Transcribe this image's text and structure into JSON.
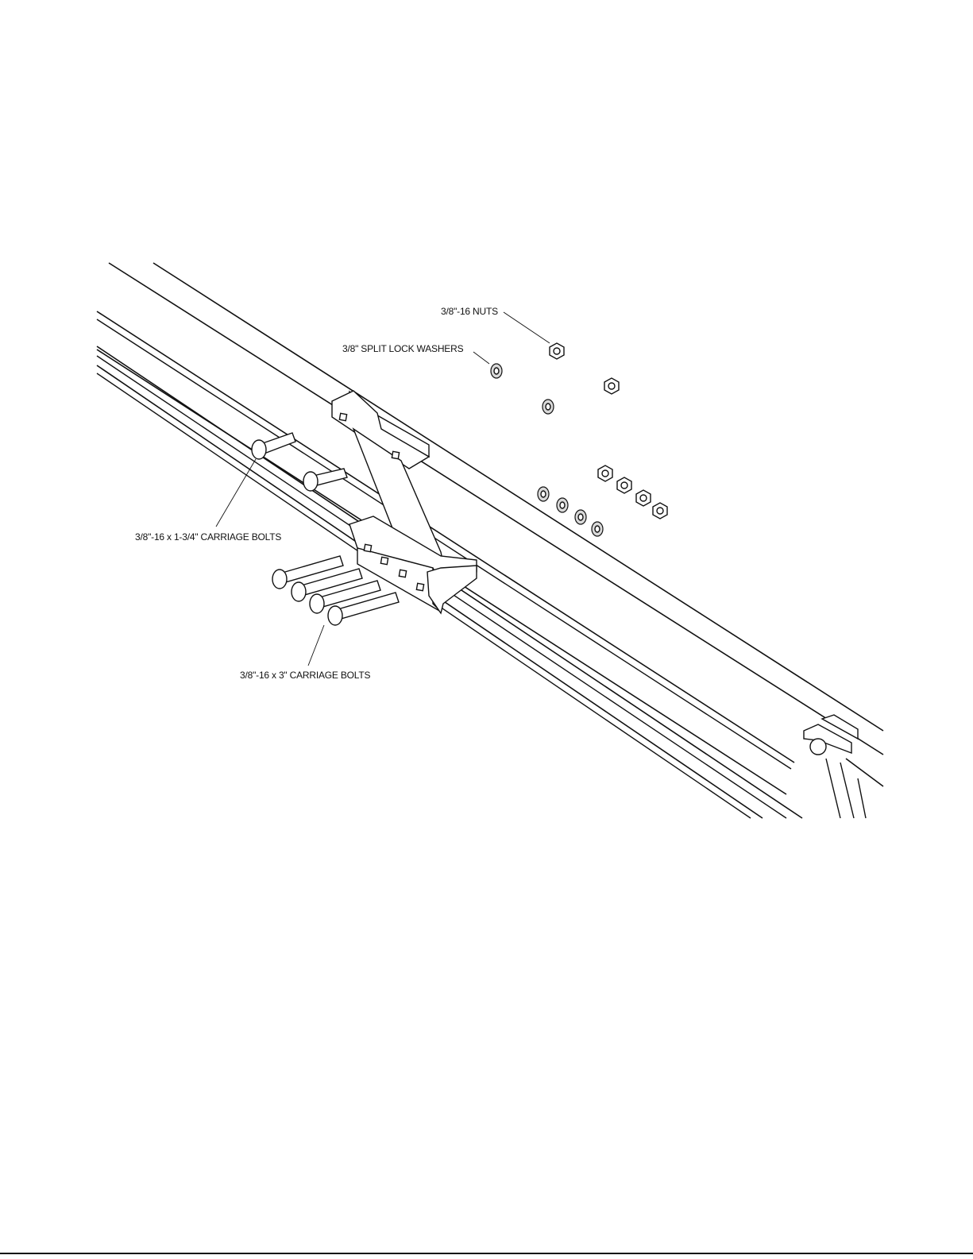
{
  "callouts": {
    "nuts": "3/8\"-16 NUTS",
    "washers": "3/8\" SPLIT LOCK WASHERS",
    "bolts_short": "3/8\"-16 x 1-3/4\" CARRIAGE BOLTS",
    "bolts_long": "3/8\"-16 x 3\" CARRIAGE BOLTS"
  },
  "colors": {
    "ink": "#111111",
    "paper": "#ffffff"
  }
}
